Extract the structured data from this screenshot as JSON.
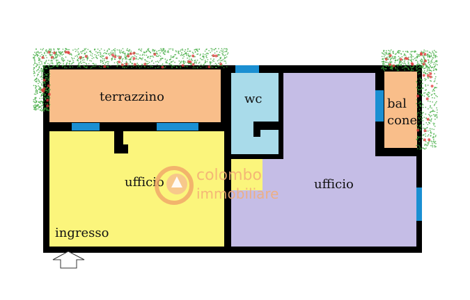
{
  "floorplan": {
    "rooms": {
      "terrazzino": "terrazzino",
      "wc": "wc",
      "balcone_line1": "bal",
      "balcone_line2": "cone",
      "ufficio_left": "ufficio",
      "ufficio_right": "ufficio",
      "ingresso": "ingresso"
    },
    "colors": {
      "wall": "#000000",
      "terrace": "#f9be8a",
      "wc": "#a9dbea",
      "office_left": "#fbf57c",
      "office_right": "#c5bde6",
      "hallway": "#fbf57c",
      "window": "#1b8fd2",
      "plants": "#3aa83a",
      "flowers": "#e2383a"
    },
    "icons": {
      "entrance": "up-arrow-icon"
    }
  },
  "watermark": {
    "line1": "colombo",
    "line2": "immobiliare",
    "logo": "colombo-logo-icon"
  }
}
